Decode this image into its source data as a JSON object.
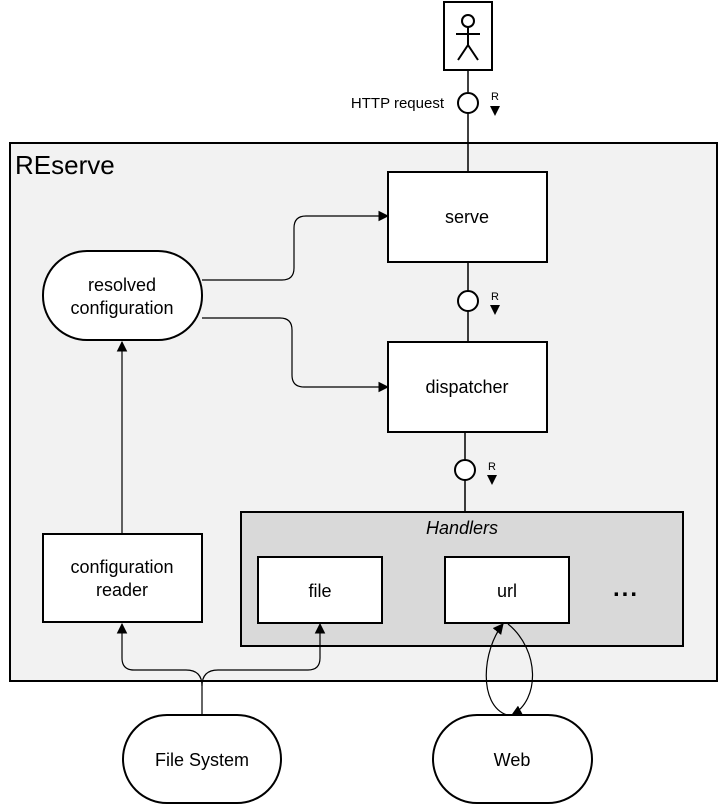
{
  "system": {
    "title": "REserve"
  },
  "actor": {
    "interface_label": "HTTP request",
    "direction_marker": "R"
  },
  "components": {
    "serve": "serve",
    "dispatcher": "dispatcher",
    "resolved_configuration": [
      "resolved",
      "configuration"
    ],
    "configuration_reader": [
      "configuration",
      "reader"
    ]
  },
  "handlers": {
    "title": "Handlers",
    "items": [
      "file",
      "url"
    ],
    "more": "..."
  },
  "interfaces": [
    {
      "marker": "R"
    },
    {
      "marker": "R"
    },
    {
      "marker": "R"
    }
  ],
  "external": {
    "file_system": "File System",
    "web": "Web"
  },
  "colors": {
    "system_bg": "#f2f2f2",
    "handlers_bg": "#d9d9d9",
    "stroke": "#000000"
  }
}
